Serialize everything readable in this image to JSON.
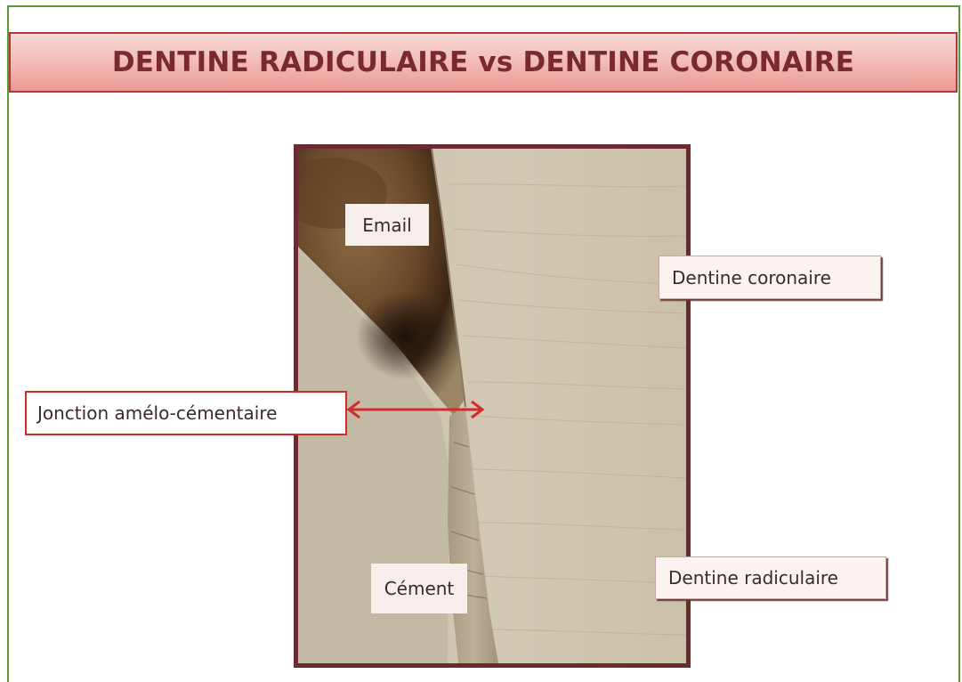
{
  "slide": {
    "title": "DENTINE RADICULAIRE vs DENTINE CORONAIRE"
  },
  "labels": {
    "email": "Email",
    "dentine_coronaire": "Dentine coronaire",
    "jonction": "Jonction amélo-cémentaire",
    "cement": "Cément",
    "dentine_radiculaire": "Dentine radiculaire"
  },
  "colors": {
    "frame_border": "#5a9a2e",
    "title_text": "#7a2a2e",
    "title_border": "#b03a3a",
    "photo_border": "#6b2a30",
    "arrow": "#d42a2a"
  },
  "icons": {
    "arrow": "double-headed-arrow"
  }
}
